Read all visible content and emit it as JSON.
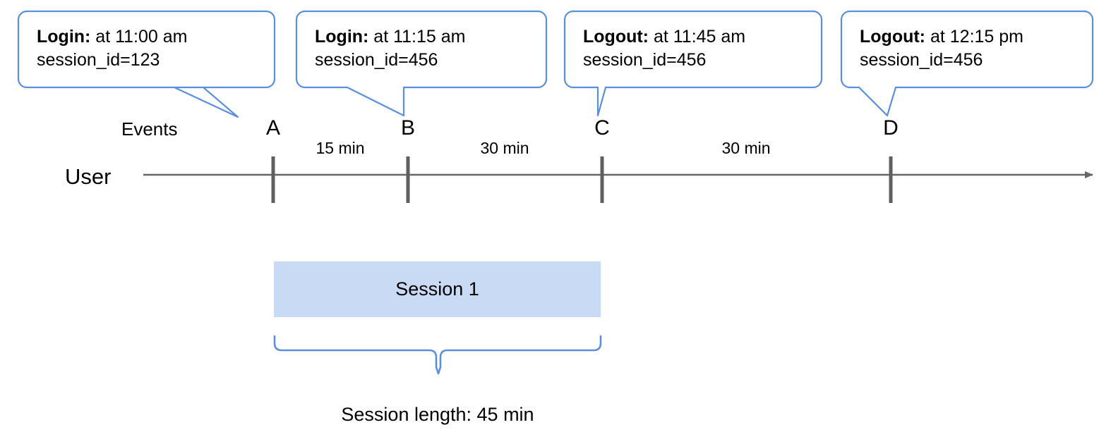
{
  "diagram": {
    "title_row_labels": {
      "events": "Events",
      "user": "User"
    },
    "callouts": [
      {
        "label": "Login:",
        "detail": " at 11:00 am",
        "line2": "session_id=123",
        "target": "A"
      },
      {
        "label": "Login:",
        "detail": " at 11:15 am",
        "line2": "session_id=456",
        "target": "B"
      },
      {
        "label": "Logout:",
        "detail": " at 11:45 am",
        "line2": "session_id=456",
        "target": "C"
      },
      {
        "label": "Logout:",
        "detail": " at 12:15 pm",
        "line2": "session_id=456",
        "target": "D"
      }
    ],
    "ticks": [
      {
        "name": "A",
        "time": "11:00 am"
      },
      {
        "name": "B",
        "time": "11:15 am"
      },
      {
        "name": "C",
        "time": "11:45 am"
      },
      {
        "name": "D",
        "time": "12:15 pm"
      }
    ],
    "intervals": [
      {
        "from": "A",
        "to": "B",
        "label": "15 min"
      },
      {
        "from": "B",
        "to": "C",
        "label": "30 min"
      },
      {
        "from": "C",
        "to": "D",
        "label": "30 min"
      }
    ],
    "session": {
      "box_label": "Session 1",
      "brace_caption": "Session length: 45 min"
    },
    "colors": {
      "callout_stroke": "#5b8fdd",
      "axis": "#666666",
      "session_fill": "#c9daf5",
      "brace": "#5b8fdd",
      "text": "#000000"
    }
  }
}
